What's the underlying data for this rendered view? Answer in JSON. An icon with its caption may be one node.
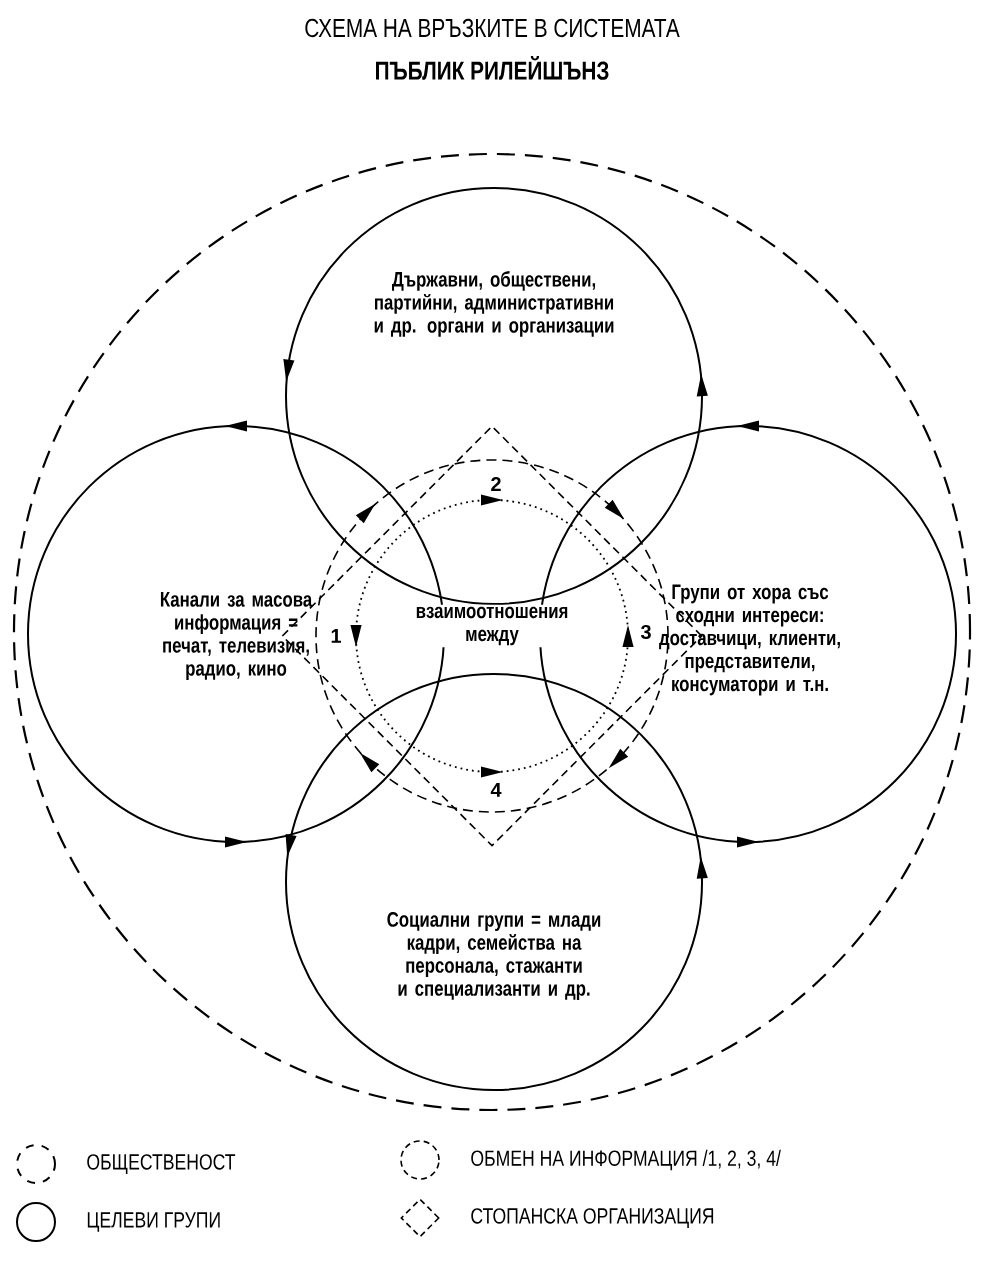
{
  "diagram": {
    "title": "СХЕМА НА ВРЪЗКИТЕ В СИСТЕМАТА",
    "nodes": [
      {
        "text": [],
        "shape": "circle"
      },
      {
        "text": [
          "Държавни, обществени, партийни, административни и др. органи и организации"
        ],
        "in": 0
      },
      {
        "text": [
          "Канали за масова информация = печат, телевизия, радио, кино"
        ],
        "in": 0
      },
      {
        "text": [],
        "shape": "diamond",
        "in": 0
      },
      {
        "text": [],
        "shape": "circle",
        "in": 3
      },
      {
        "text": [],
        "shape": "circle",
        "in": 4
      },
      {
        "text": [
          "Групи от хора със сходни интереси: доставчици, клиенти, представители, консуматори и т.н."
        ],
        "in": 0
      },
      {
        "text": [
          "Социални групи = млади кадри, семейства на персонала, стажанти и специализанти и др."
        ],
        "in": 0
      }
    ],
    "labels": [
      "ПЪБЛИК РИЛЕЙШЪНЗ",
      "2",
      "1",
      "взаимоотношения между",
      "3",
      "4"
    ],
    "legend": [
      {
        "text": "ОБЩЕСТВЕНОСТ"
      },
      {
        "text": "ЦЕЛЕВИ ГРУПИ"
      },
      {
        "text": "ОБМЕН НА ИНФОРМАЦИЯ /1, 2, 3, 4/"
      },
      {
        "text": "СТОПАНСКА ОРГАНИЗАЦИЯ"
      }
    ]
  }
}
